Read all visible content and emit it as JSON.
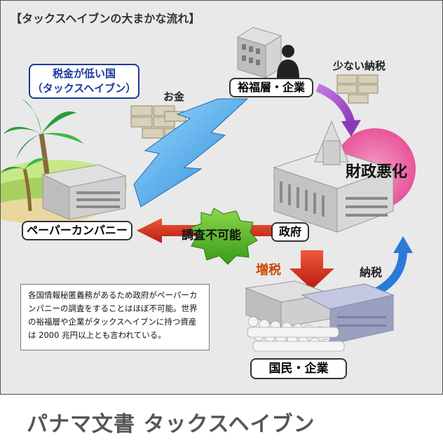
{
  "diagram": {
    "title": "【タックスヘイブンの大まかな流れ】",
    "tax_haven_label": "税金が低い国\n（タックスヘイブン）",
    "money_label": "お金",
    "wealthy_label": "裕福層・企業",
    "low_tax_label": "少ない納税",
    "fiscal_label": "財政悪化",
    "paper_company_label": "ペーパーカンパニー",
    "investigation_label": "調査不可能",
    "government_label": "政府",
    "tax_increase_label": "増税",
    "tax_payment_label": "納税",
    "citizens_label": "国民・企業",
    "note_text": "各国情報秘匿義務があるため政府がペーパーカンパニーの調査をすることはほぼ不可能。世界の裕福層や企業がタックスヘイブンに持つ資産は 2000 兆円以上とも言われている。"
  },
  "caption": "パナマ文書 タックスヘイブン",
  "colors": {
    "background": "#e9e9e9",
    "haven_text": "#1a3a9a",
    "fiscal_pink": "#e8559a",
    "arrow_blue": "#4aa8e8",
    "arrow_purple": "#a860c8",
    "arrow_red": "#d42a1a",
    "burst_green": "#5cb82a",
    "tax_increase_orange": "#c84a00"
  }
}
